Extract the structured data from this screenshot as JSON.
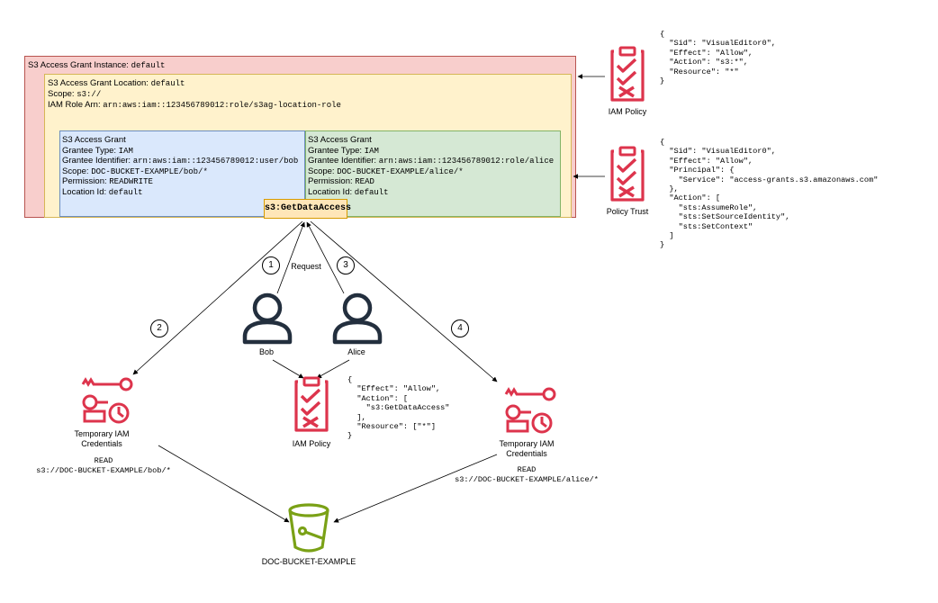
{
  "instance": {
    "label": "S3 Access Grant Instance: ",
    "value": "default"
  },
  "location": {
    "title_label": "S3 Access Grant Location: ",
    "title_value": "default",
    "scope_label": "Scope: ",
    "scope_value": "s3://",
    "role_label": "IAM Role Arn: ",
    "role_value": "arn:aws:iam::123456789012:role/s3ag-location-role"
  },
  "grants": [
    {
      "title": "S3 Access Grant",
      "grantee_type_label": "Grantee Type: ",
      "grantee_type": "IAM",
      "grantee_id_label": "Grantee Identifier: ",
      "grantee_id": "arn:aws:iam::123456789012:user/bob",
      "scope_label": "Scope: ",
      "scope": "DOC-BUCKET-EXAMPLE/bob/*",
      "permission_label": "Permission: ",
      "permission": "READWRITE",
      "location_label": "Location Id: ",
      "location": "default"
    },
    {
      "title": "S3 Access Grant",
      "grantee_type_label": "Grantee Type: ",
      "grantee_type": "IAM",
      "grantee_id_label": "Grantee Identifier: ",
      "grantee_id": "arn:aws:iam::123456789012:role/alice",
      "scope_label": "Scope: ",
      "scope": "DOC-BUCKET-EXAMPLE/alice/*",
      "permission_label": "Permission: ",
      "permission": "READ",
      "location_label": "Location Id: ",
      "location": "default"
    }
  ],
  "get_data_access": "s3:GetDataAccess",
  "iam_policy_top": {
    "caption": "IAM Policy",
    "json": "{\n  \"Sid\": \"VisualEditor0\",\n  \"Effect\": \"Allow\",\n  \"Action\": \"s3:*\",\n  \"Resource\": \"*\"\n}"
  },
  "policy_trust": {
    "caption": "Policy Trust",
    "json": "{\n  \"Sid\": \"VisualEditor0\",\n  \"Effect\": \"Allow\",\n  \"Principal\": {\n    \"Service\": \"access-grants.s3.amazonaws.com\"\n  },\n  \"Action\": [\n    \"sts:AssumeRole\",\n    \"sts:SetSourceIdentity\",\n    \"sts:SetContext\"\n  ]\n}"
  },
  "iam_policy_user": {
    "caption": "IAM Policy",
    "json": "{\n  \"Effect\": \"Allow\",\n  \"Action\": [\n    \"s3:GetDataAccess\"\n  ],\n  \"Resource\": [\"*\"]\n}"
  },
  "users": {
    "bob": "Bob",
    "alice": "Alice"
  },
  "request_label": "Request",
  "steps": [
    "1",
    "2",
    "3",
    "4"
  ],
  "creds_left": {
    "caption": "Temporary IAM Credentials",
    "perm": "READ",
    "path": "s3://DOC-BUCKET-EXAMPLE/bob/*"
  },
  "creds_right": {
    "caption": "Temporary IAM Credentials",
    "perm": "READ",
    "path": "s3://DOC-BUCKET-EXAMPLE/alice/*"
  },
  "bucket": {
    "caption": "DOC-BUCKET-EXAMPLE"
  },
  "colors": {
    "policy_red": "#dd344c",
    "bucket_green": "#7aa116",
    "user_dark": "#232f3e"
  }
}
